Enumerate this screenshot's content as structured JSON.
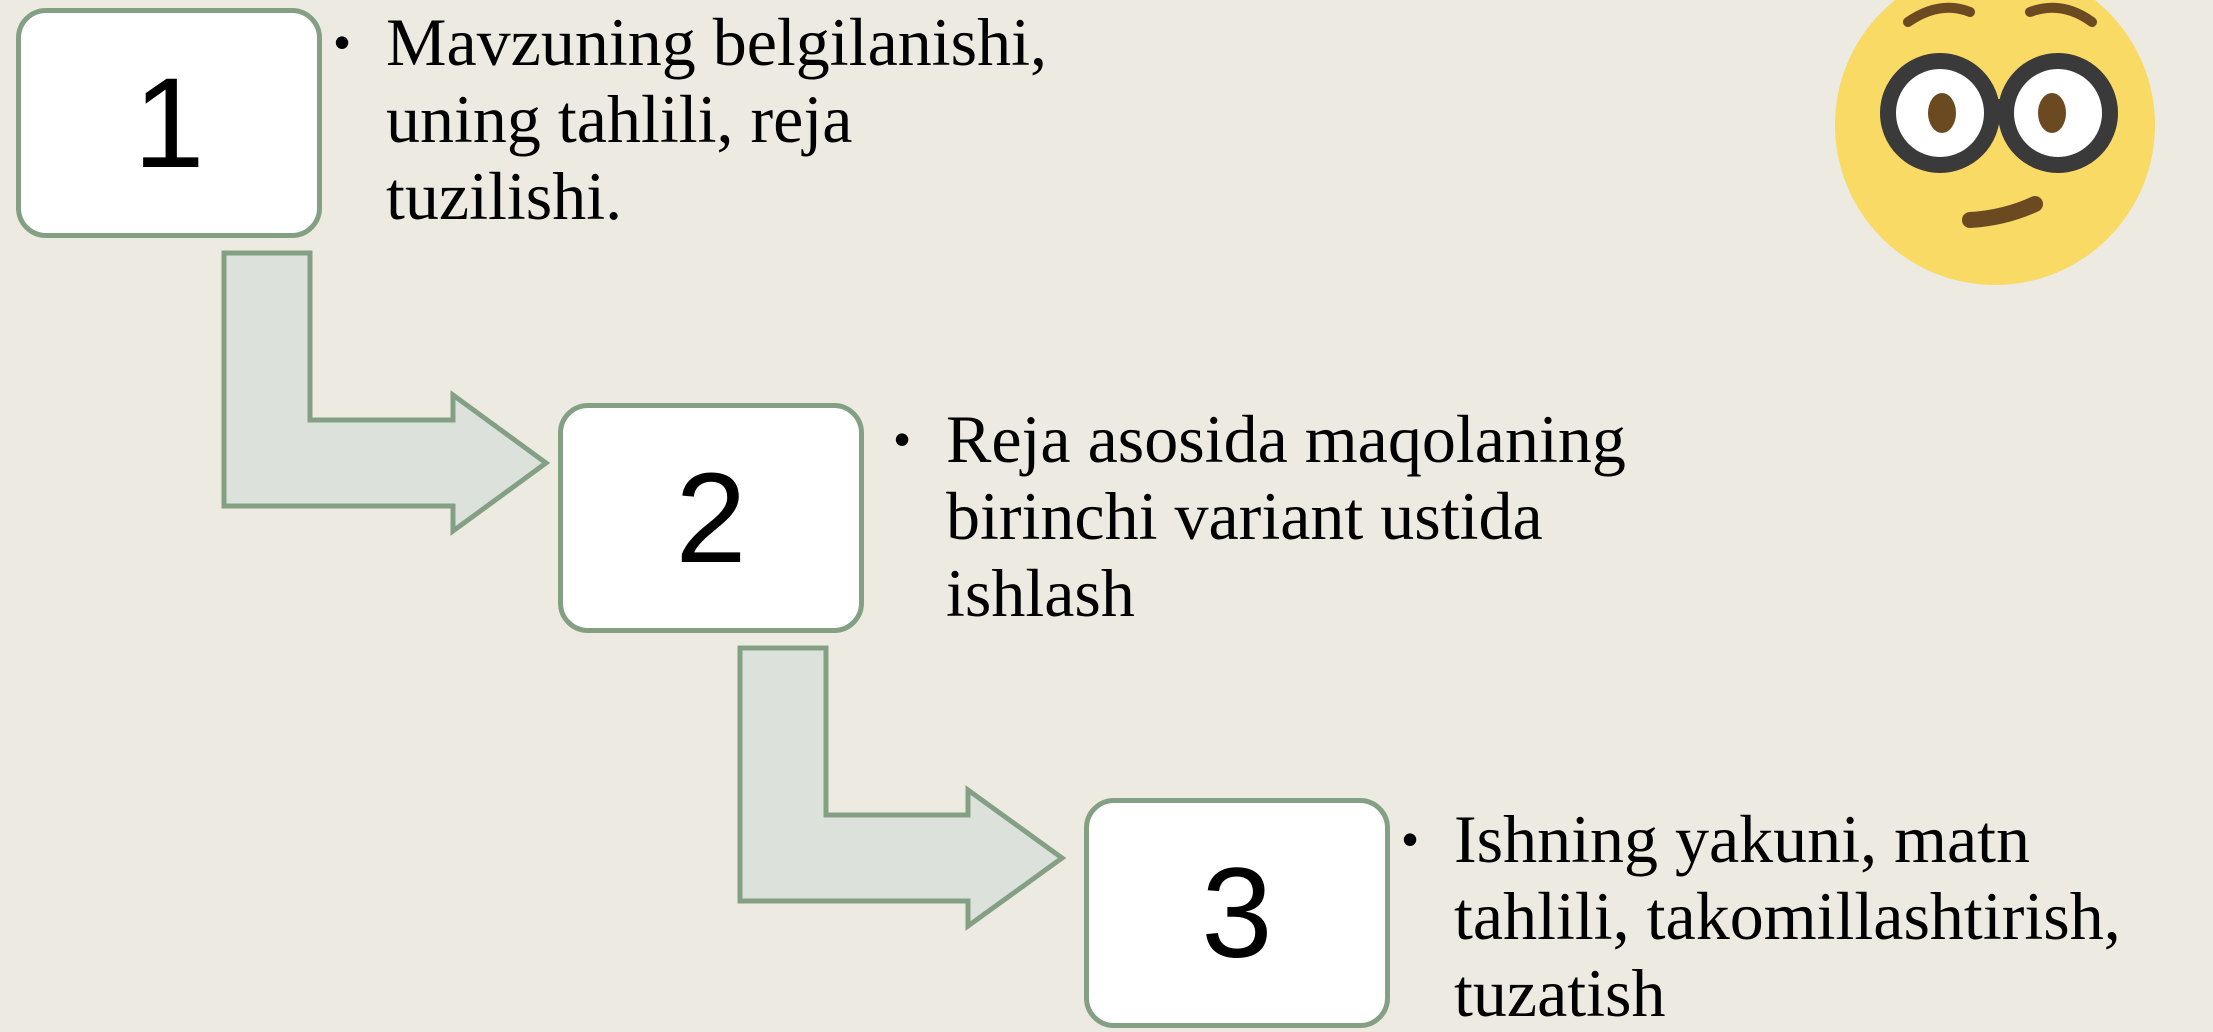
{
  "steps": [
    {
      "number": "1",
      "text_lines": [
        "Mavzuning belgilanishi,",
        "uning tahlili, reja",
        "tuzilishi."
      ]
    },
    {
      "number": "2",
      "text_lines": [
        "Reja asosida maqolaning",
        "birinchi variant ustida",
        "ishlash"
      ]
    },
    {
      "number": "3",
      "text_lines": [
        "Ishning yakuni, matn",
        "tahlili, takomillashtirish,",
        "tuzatish"
      ]
    }
  ],
  "bullet": "•",
  "decoration": {
    "icon": "nerd-face-emoji"
  },
  "colors": {
    "background": "#EDEAE2",
    "box_border": "#84A084",
    "box_fill": "#FFFFFF",
    "arrow_fill": "#DCE2DB",
    "arrow_stroke": "#84A084",
    "emoji_face": "#F8DA64"
  }
}
